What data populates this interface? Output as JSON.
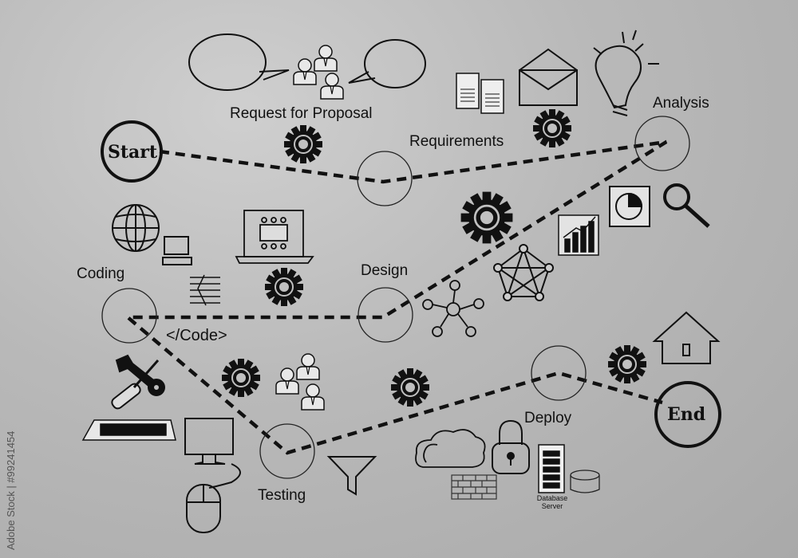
{
  "labels": {
    "start": "Start",
    "end": "End",
    "request_for_proposal": "Request for Proposal",
    "requirements": "Requirements",
    "analysis": "Analysis",
    "design": "Design",
    "coding": "Coding",
    "code_tag": "</Code>",
    "testing": "Testing",
    "deploy": "Deploy",
    "database_server_line1": "Database",
    "database_server_line2": "Server"
  },
  "watermark": "Adobe Stock | #99241454",
  "colors": {
    "ink": "#111111",
    "background": "#b9b9b9"
  },
  "icons": [
    "speech-bubble-icon",
    "people-icon",
    "documents-icon",
    "envelope-icon",
    "lightbulb-icon",
    "gear-icon",
    "globe-icon",
    "monitor-icon",
    "laptop-icon",
    "circuit-icon",
    "pie-chart-icon",
    "magnifier-icon",
    "bar-chart-icon",
    "network-icon",
    "wrench-icon",
    "keyboard-icon",
    "mouse-icon",
    "funnel-icon",
    "cloud-icon",
    "padlock-icon",
    "server-icon",
    "database-icon",
    "brick-wall-icon",
    "house-icon"
  ]
}
